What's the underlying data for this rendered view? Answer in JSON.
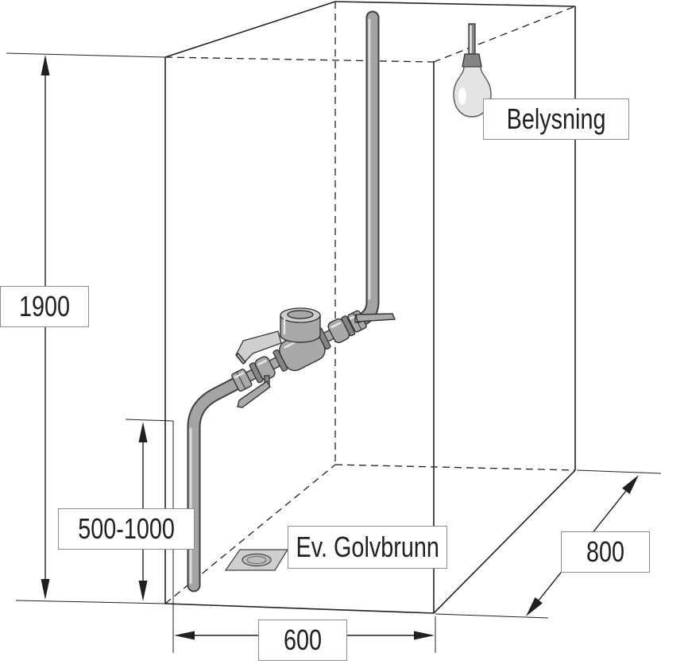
{
  "diagram": {
    "dimensions": {
      "height": "1900",
      "meter_mounting_height": "500-1000",
      "width": "600",
      "depth": "800"
    },
    "labels": {
      "lighting": "Belysning",
      "floor_drain": "Ev. Golvbrunn"
    }
  },
  "colors": {
    "line": "#231f20",
    "label_border": "#8c8c8c"
  }
}
